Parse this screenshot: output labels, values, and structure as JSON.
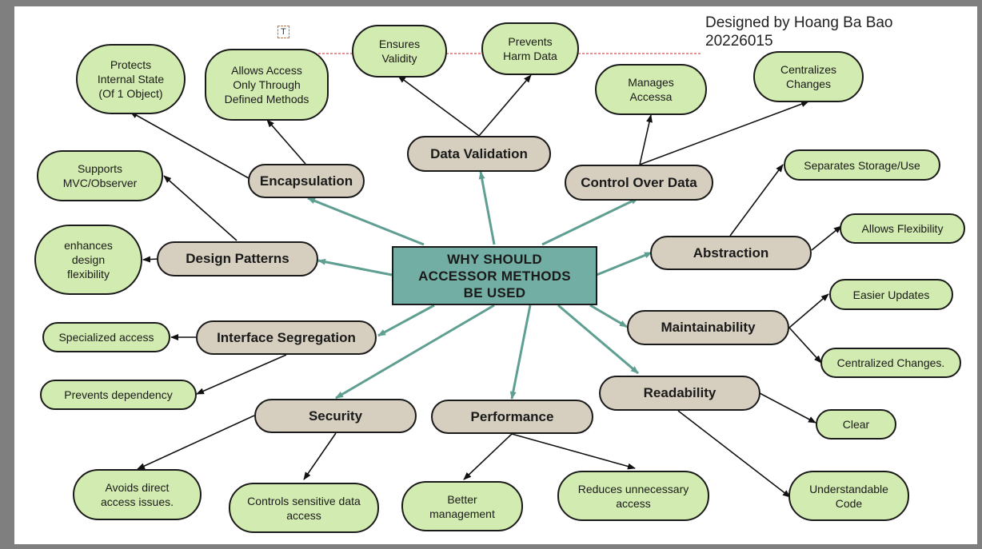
{
  "center": "WHY SHOULD\nACCESSOR METHODS\nBE USED",
  "credit": "Designed by Hoang Ba Bao\n20226015",
  "text_marker": "T",
  "colors": {
    "center_fill": "#72aea4",
    "category_fill": "#d6cfbf",
    "leaf_fill": "#d2ebb0",
    "center_arrow": "#5f9f92",
    "leaf_arrow": "#111111",
    "guide_line": "#d02020"
  },
  "categories": {
    "encapsulation": "Encapsulation",
    "data_validation": "Data Validation",
    "control_over_data": "Control Over Data",
    "abstraction": "Abstraction",
    "maintainability": "Maintainability",
    "readability": "Readability",
    "performance": "Performance",
    "security": "Security",
    "interface_segregation": "Interface Segregation",
    "design_patterns": "Design Patterns"
  },
  "leaves": {
    "protects_internal_state": "Protects\nInternal State\n(Of 1 Object)",
    "allows_access": "Allows Access\nOnly Through\nDefined Methods",
    "ensures_validity": "Ensures\nValidity",
    "prevents_harm": "Prevents\nHarm Data",
    "manages_accessa": "Manages\nAccessa",
    "centralizes_changes": "Centralizes\nChanges",
    "separates_storage": "Separates Storage/Use",
    "allows_flexibility": "Allows Flexibility",
    "easier_updates": "Easier Updates",
    "centralized_changes": "Centralized Changes.",
    "clear": "Clear",
    "understandable_code": "Understandable\nCode",
    "reduces_access": "Reduces unnecessary\naccess",
    "better_management": "Better\nmanagement",
    "controls_sensitive": "Controls sensitive data\naccess",
    "avoids_direct": "Avoids direct\naccess issues.",
    "prevents_dependency": "Prevents dependency",
    "specialized_access": "Specialized access",
    "enhances_design": "enhances\ndesign\nflexibility",
    "supports_mvc": "Supports\nMVC/Observer"
  }
}
